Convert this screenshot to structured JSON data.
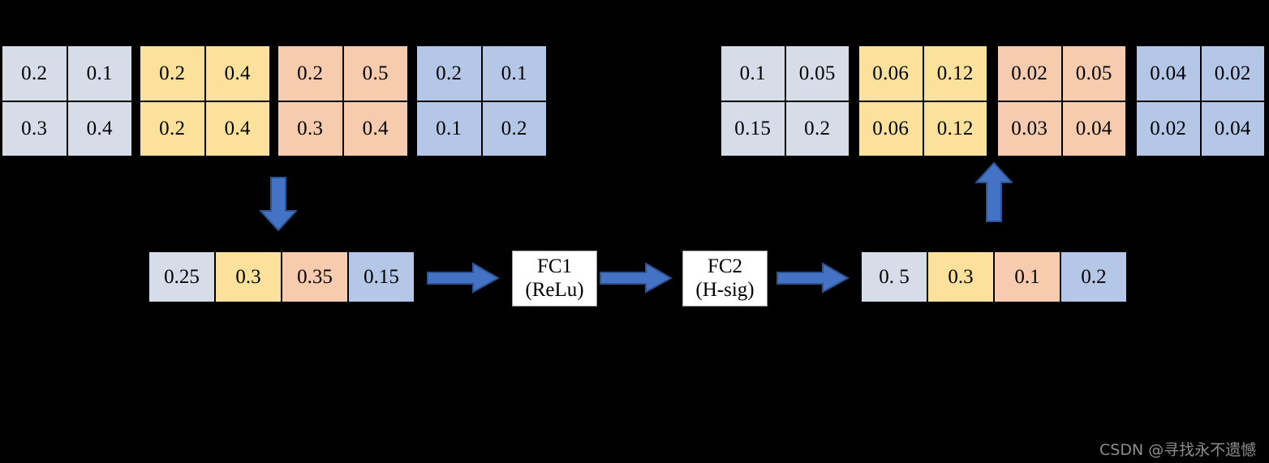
{
  "colors": {
    "background": "#000000",
    "cell_gray_blue": "#d6dce8",
    "cell_yellow": "#fce19c",
    "cell_orange": "#f7cbad",
    "cell_blue": "#b4c7e7",
    "cell_border": "#000000",
    "arrow_blue": "#4472c4",
    "arrow_border": "#2e528f",
    "fc_box_fill": "#ffffff",
    "fc_box_border": "#9a9a9a",
    "watermark": "#8d8d8d"
  },
  "input_feature_map": {
    "label": "input-feature-map",
    "channels": [
      {
        "name": "channel-1",
        "color": "#d6dce8",
        "values": [
          "0.2",
          "0.1",
          "0.3",
          "0.4"
        ]
      },
      {
        "name": "channel-2",
        "color": "#fce19c",
        "values": [
          "0.2",
          "0.4",
          "0.2",
          "0.4"
        ]
      },
      {
        "name": "channel-3",
        "color": "#f7cbad",
        "values": [
          "0.2",
          "0.5",
          "0.3",
          "0.4"
        ]
      },
      {
        "name": "channel-4",
        "color": "#b4c7e7",
        "values": [
          "0.2",
          "0.1",
          "0.1",
          "0.2"
        ]
      }
    ]
  },
  "output_feature_map": {
    "label": "output-feature-map",
    "channels": [
      {
        "name": "channel-1",
        "color": "#d6dce8",
        "values": [
          "0.1",
          "0.05",
          "0.15",
          "0.2"
        ]
      },
      {
        "name": "channel-2",
        "color": "#fce19c",
        "values": [
          "0.06",
          "0.12",
          "0.06",
          "0.12"
        ]
      },
      {
        "name": "channel-3",
        "color": "#f7cbad",
        "values": [
          "0.02",
          "0.05",
          "0.03",
          "0.04"
        ]
      },
      {
        "name": "channel-4",
        "color": "#b4c7e7",
        "values": [
          "0.04",
          "0.02",
          "0.02",
          "0.04"
        ]
      }
    ]
  },
  "pooled_vector": {
    "label": "pooled-vector",
    "cells": [
      {
        "name": "pooled-cell-1",
        "color": "#d6dce8",
        "value": "0.25"
      },
      {
        "name": "pooled-cell-2",
        "color": "#fce19c",
        "value": "0.3"
      },
      {
        "name": "pooled-cell-3",
        "color": "#f7cbad",
        "value": "0.35"
      },
      {
        "name": "pooled-cell-4",
        "color": "#b4c7e7",
        "value": "0.15"
      }
    ]
  },
  "attention_vector": {
    "label": "attention-weight-vector",
    "cells": [
      {
        "name": "weight-cell-1",
        "color": "#d6dce8",
        "value": "0. 5"
      },
      {
        "name": "weight-cell-2",
        "color": "#fce19c",
        "value": "0.3"
      },
      {
        "name": "weight-cell-3",
        "color": "#f7cbad",
        "value": "0.1"
      },
      {
        "name": "weight-cell-4",
        "color": "#b4c7e7",
        "value": "0.2"
      }
    ]
  },
  "fc_blocks": [
    {
      "name": "fc1-block",
      "line1": "FC1",
      "line2": "(ReLu)"
    },
    {
      "name": "fc2-block",
      "line1": "FC2",
      "line2": "(H-sig)"
    }
  ],
  "arrows": [
    {
      "name": "pooling-arrow-down",
      "direction": "down"
    },
    {
      "name": "arrow-to-fc1",
      "direction": "right"
    },
    {
      "name": "arrow-fc1-to-fc2",
      "direction": "right"
    },
    {
      "name": "arrow-fc2-to-weights",
      "direction": "right"
    },
    {
      "name": "scale-arrow-up",
      "direction": "up"
    }
  ],
  "watermark": {
    "text": "CSDN @寻找永不遗憾"
  }
}
